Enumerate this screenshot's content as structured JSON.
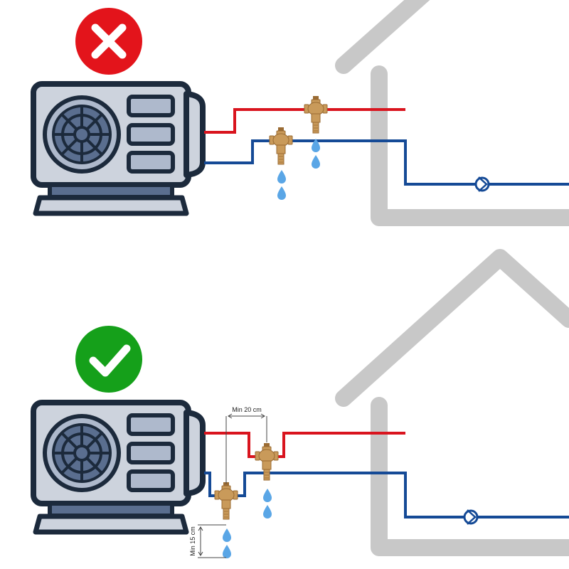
{
  "colors": {
    "house": "#c8c8c8",
    "hot_pipe": "#d9141e",
    "cold_pipe": "#154a96",
    "unit_outline": "#1c2a3c",
    "unit_body": "#cdd3dd",
    "unit_slot": "#aeb9cc",
    "unit_base": "#5a6e8f",
    "valve": "#c99a5a",
    "valve_dark": "#9a6b33",
    "drop": "#5aa6e6",
    "wrong": "#e3141b",
    "correct": "#15a01a"
  },
  "panels": [
    {
      "status": "incorrect",
      "status_icon": "cross-icon",
      "labels": {}
    },
    {
      "status": "correct",
      "status_icon": "check-icon",
      "labels": {
        "horizontal_distance": "Min 20 cm",
        "vertical_distance": "Min 15 cm"
      }
    }
  ]
}
